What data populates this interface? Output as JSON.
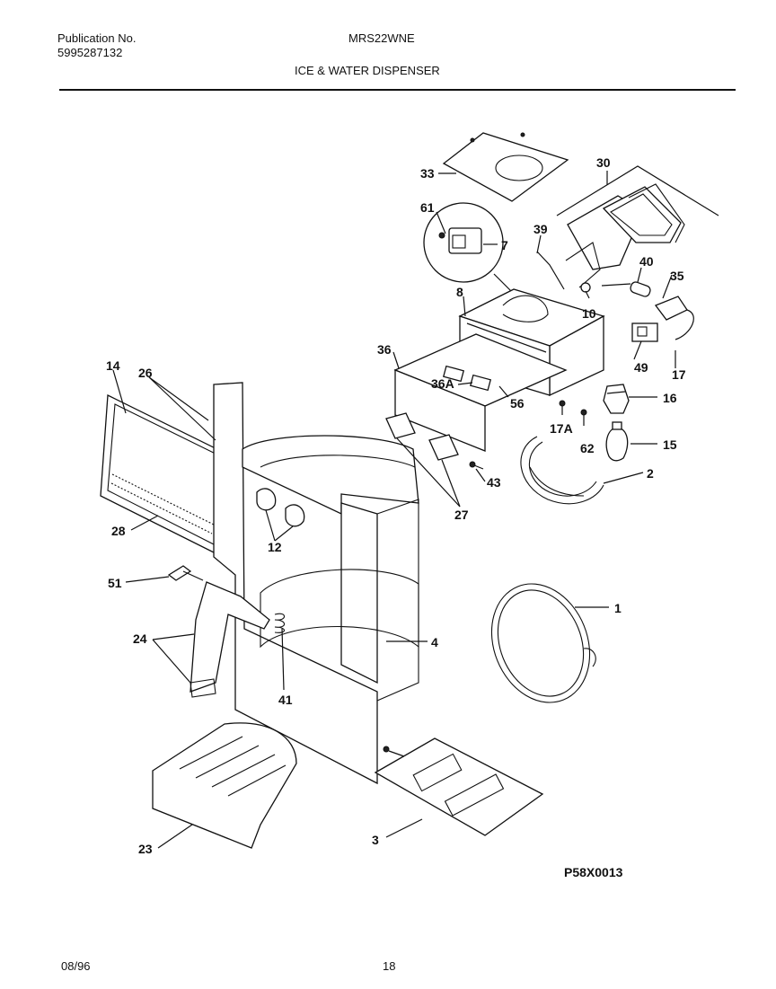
{
  "header": {
    "publication_label": "Publication No.",
    "publication_number": "5995287132",
    "model": "MRS22WNE",
    "section_title": "ICE & WATER DISPENSER"
  },
  "diagram": {
    "part_labels": {
      "p1": "1",
      "p2": "2",
      "p3": "3",
      "p4": "4",
      "p7": "7",
      "p8": "8",
      "p10": "10",
      "p12": "12",
      "p14": "14",
      "p15": "15",
      "p16": "16",
      "p17": "17",
      "p17a": "17A",
      "p23": "23",
      "p24": "24",
      "p26": "26",
      "p27": "27",
      "p28": "28",
      "p30": "30",
      "p33": "33",
      "p35": "35",
      "p36": "36",
      "p36a": "36A",
      "p39": "39",
      "p40": "40",
      "p41": "41",
      "p43": "43",
      "p49": "49",
      "p51": "51",
      "p56": "56",
      "p61": "61",
      "p62": "62"
    },
    "drawing_code": "P58X0013"
  },
  "footer": {
    "date": "08/96",
    "page": "18"
  }
}
